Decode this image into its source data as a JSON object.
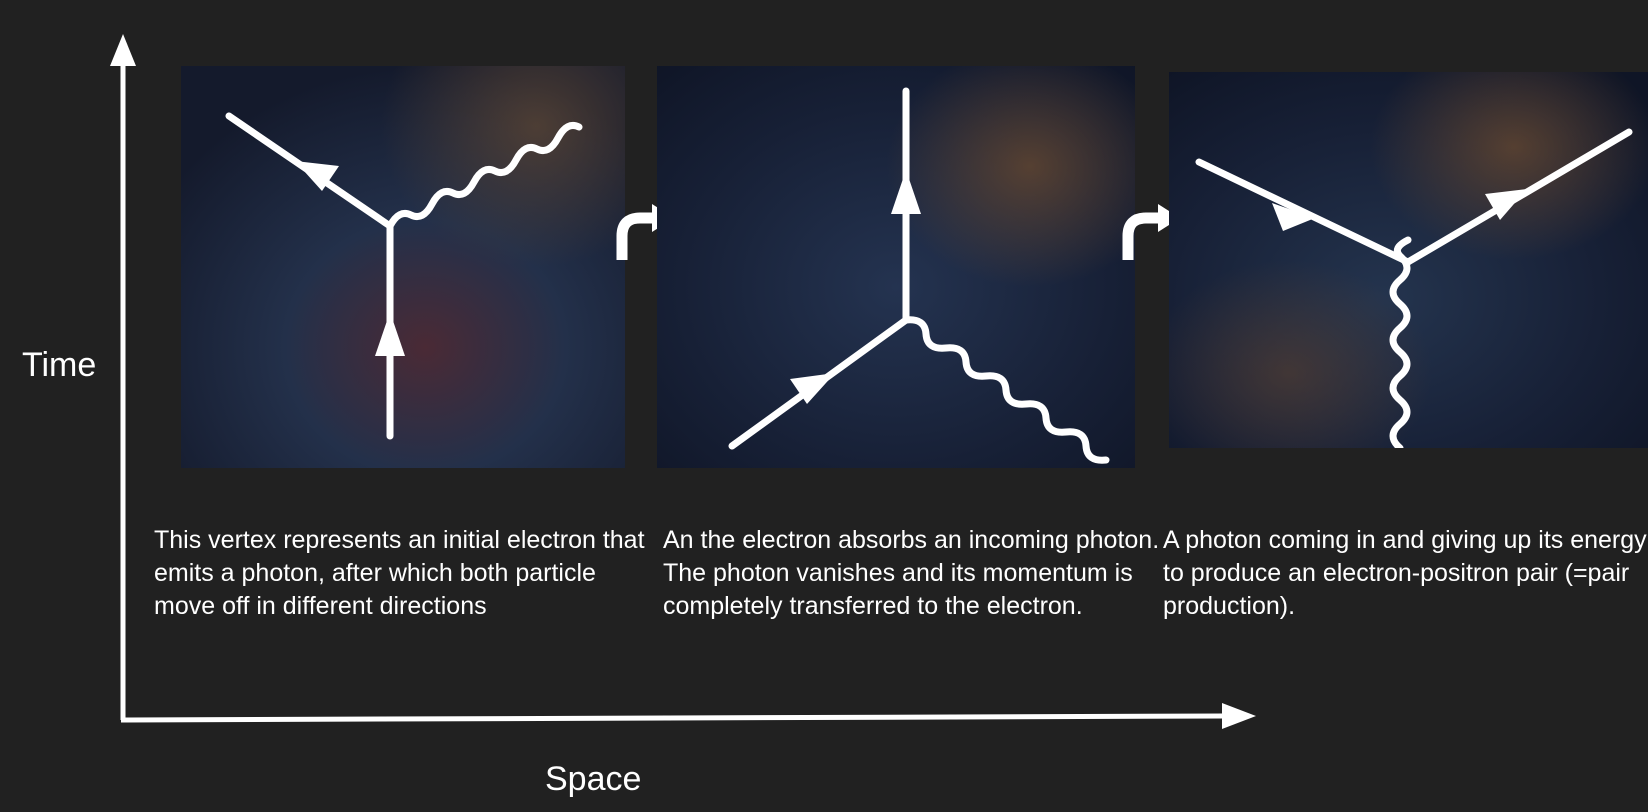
{
  "axes": {
    "y_label": "Time",
    "x_label": "Space"
  },
  "panels": [
    {
      "diagram": "electron emits photon",
      "caption": "This vertex represents an initial electron that emits a photon, after which both particle move off in different directions"
    },
    {
      "diagram": "electron absorbs photon",
      "caption": "An the electron absorbs an incoming photon. The photon vanishes and its momentum is completely transferred to the electron."
    },
    {
      "diagram": "pair production",
      "caption": "A photon coming in and giving up its energy to produce an electron-positron pair (=pair production)."
    }
  ],
  "colors": {
    "page_background": "#212121",
    "line_color": "#ffffff",
    "space_background": "#1a2238"
  }
}
